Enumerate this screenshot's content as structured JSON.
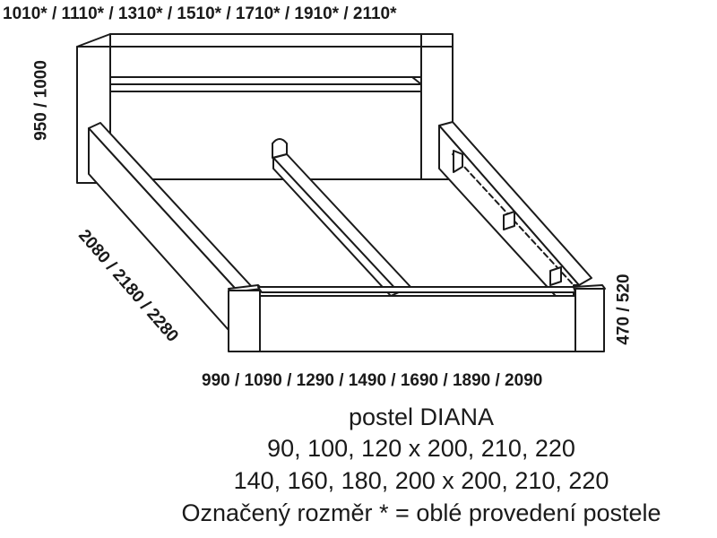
{
  "dimensions": {
    "width_top": "1010* / 1110* / 1310* / 1510* / 1710* / 1910* / 2110*",
    "width_bottom": "990 / 1090 / 1290 / 1490 / 1690 / 1890 / 2090",
    "headboard_height": "950 / 1000",
    "footboard_height": "470 / 520",
    "length": "2080 / 2180 / 2280"
  },
  "caption": {
    "title": "postel DIANA",
    "sizes_line1": "90, 100, 120 x 200, 210, 220",
    "sizes_line2": "140, 160, 180, 200 x 200, 210, 220",
    "note": "Označený rozměr * = oblé provedení postele"
  },
  "colors": {
    "stroke": "#1a1a1a",
    "background": "#ffffff"
  }
}
